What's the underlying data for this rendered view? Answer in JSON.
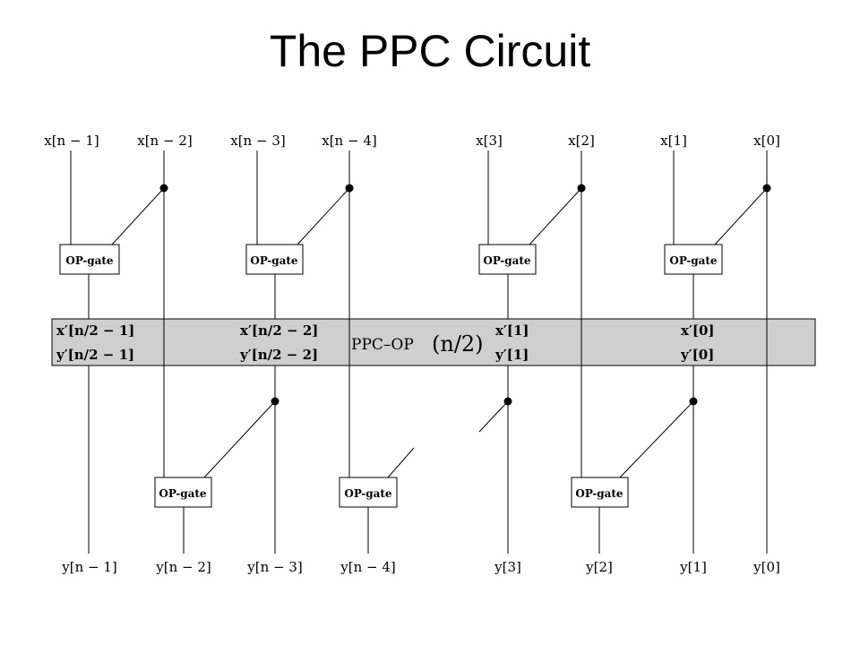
{
  "title": "The PPC Circuit",
  "inputs": [
    "x[n − 1]",
    "x[n − 2]",
    "x[n − 3]",
    "x[n − 4]",
    "x[3]",
    "x[2]",
    "x[1]",
    "x[0]"
  ],
  "outputs": [
    "y[n − 1]",
    "y[n − 2]",
    "y[n − 3]",
    "y[n − 4]",
    "y[3]",
    "y[2]",
    "y[1]",
    "y[0]"
  ],
  "top_gate_label": "OP-gate",
  "bottom_gate_label": "OP-gate",
  "band": {
    "x_labels": [
      "x′[n/2 − 1]",
      "x′[n/2 − 2]",
      "x′[1]",
      "x′[0]"
    ],
    "y_labels": [
      "y′[n/2 − 1]",
      "y′[n/2 − 2]",
      "y′[1]",
      "y′[0]"
    ],
    "center_label": "PPC–OP",
    "center_arg": "(n/2)"
  },
  "colors": {
    "band_fill": "#cfcfcf",
    "line": "#000000",
    "background": "#ffffff"
  }
}
